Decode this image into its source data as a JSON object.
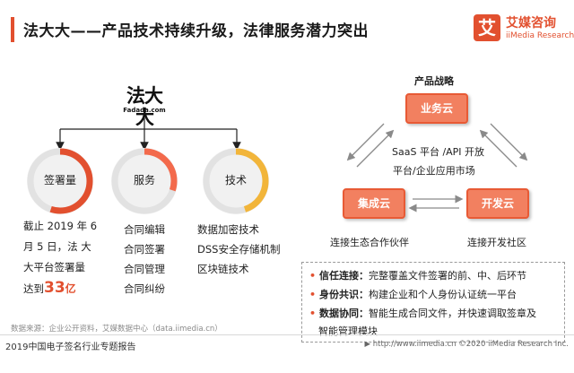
{
  "header": {
    "title": "法大大——产品技术持续升级，法律服务潜力突出",
    "accent_color": "#e2502f"
  },
  "brand": {
    "mark": "艾",
    "name_cn": "艾媒咨询",
    "name_en": "iiMedia Research"
  },
  "fadada_logo": {
    "big": "法大大",
    "small": "Fadada.com"
  },
  "pillars": [
    {
      "label": "签署量",
      "progress": 0.55,
      "lines": [
        "截止 2019 年 6",
        "月 5 日，法 大",
        "大平台签署量"
      ],
      "last_prefix": "达到",
      "highlight": "33",
      "unit": "亿"
    },
    {
      "label": "服务",
      "progress": 0.3,
      "lines": [
        "合同编辑",
        "合同签署",
        "合同管理",
        "合同纠纷"
      ]
    },
    {
      "label": "技术",
      "progress": 0.45,
      "lines": [
        "数据加密技术",
        "DSS安全存储机制",
        "区块链技术"
      ]
    }
  ],
  "strategy": {
    "title": "产品战略",
    "nodes": {
      "top": "业务云",
      "left": "集成云",
      "right": "开发云"
    },
    "center_line1": "SaaS 平台 /API 开放",
    "center_line2": "平台/企业应用市场",
    "left_caption": "连接生态合作伙伴",
    "right_caption": "连接开发社区"
  },
  "notes": [
    {
      "key": "信任连接：",
      "text": "完整覆盖文件签署的前、中、后环节"
    },
    {
      "key": "身份共识：",
      "text": "构建企业和个人身份认证统一平台"
    },
    {
      "key": "数据协同：",
      "text": "智能生成合同文件，并快速调取签章及"
    },
    {
      "key": "",
      "text": "智能管理模块"
    }
  ],
  "source": "数据来源：企业公开资料，艾媒数据中心（data.iimedia.cn）",
  "footer": {
    "left": "2019中国电子签名行业专题报告",
    "right": "▶ http://www.iimedia.cn    ©2020  iiMedia Research  Inc."
  }
}
